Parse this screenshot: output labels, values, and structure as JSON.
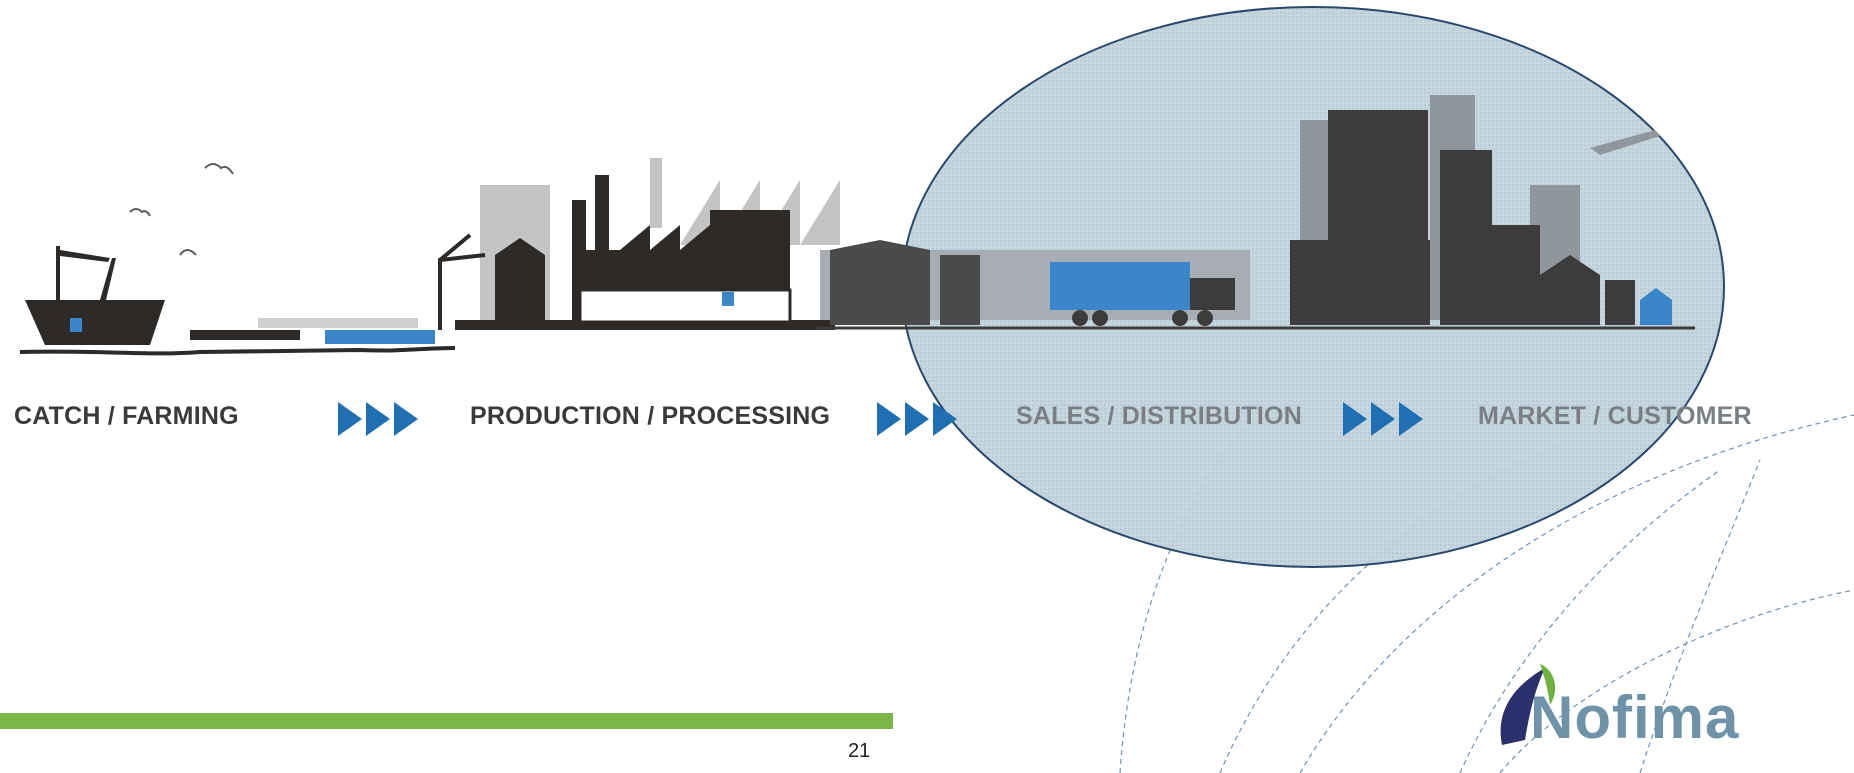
{
  "stages": [
    {
      "label": "CATCH / FARMING"
    },
    {
      "label": "PRODUCTION / PROCESSING"
    },
    {
      "label": "SALES / DISTRIBUTION"
    },
    {
      "label": "MARKET / CUSTOMER"
    }
  ],
  "footer": {
    "page_number": "21",
    "logo_text": "Nofima"
  },
  "colors": {
    "arrow_blue": "#1f6fb2",
    "footer_green": "#7ab648",
    "silhouette_dark": "#2d2a28",
    "highlight_blue": "#3a86c8",
    "ellipse_fill": "#b8cedb",
    "ellipse_stroke": "#1d3f66",
    "logo_gray": "#6e93a8",
    "logo_leaf_green": "#6fb13e",
    "logo_navy": "#2b2f6b"
  }
}
